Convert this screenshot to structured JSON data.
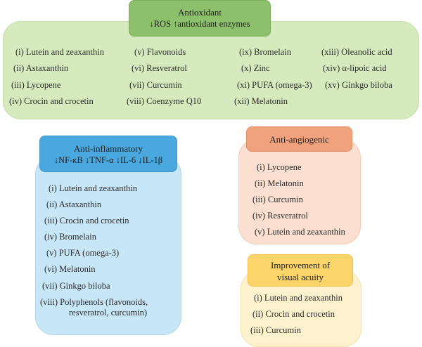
{
  "antioxidant": {
    "title": "Antioxidant",
    "subtitle": "↓ROS ↑antioxidant enzymes",
    "items": [
      "(i) Lutein and zeaxanthin",
      "(ii) Astaxanthin",
      "(iii) Lycopene",
      "(iv) Crocin and crocetin",
      "(v) Flavonoids",
      "(vi) Resveratrol",
      "(vii) Curcumin",
      "(viii) Coenzyme Q10",
      "(ix) Bromelain",
      "(x) Zinc",
      "(xi) PUFA (omega-3)",
      "(xii) Melatonin",
      "(xiii) Oleanolic acid",
      "(xiv) α-lipoic acid",
      "(xv) Ginkgo biloba"
    ],
    "color": "#8dc06a"
  },
  "anti_inflammatory": {
    "title": "Anti-inflammatory",
    "subtitle": "↓NF-κB ↓TNF-α ↓IL-6 ↓IL-1β",
    "items": [
      "(i) Lutein and zeaxanthin",
      "(ii) Astaxanthin",
      "(iii) Crocin and crocetin",
      "(iv) Bromelain",
      "(v) PUFA (omega-3)",
      "(vi) Melatonin",
      "(vii) Ginkgo biloba",
      "(viii) Polyphenols (flavonoids,",
      "resveratrol, curcumin)"
    ],
    "color": "#4aa8de"
  },
  "anti_angiogenic": {
    "title": "Anti-angiogenic",
    "items": [
      "(i) Lycopene",
      "(ii) Melatonin",
      "(iii) Curcumin",
      "(iv) Resveratrol",
      "(v) Lutein and zeaxanthin"
    ],
    "color": "#f0a27c"
  },
  "visual_acuity": {
    "title_line1": "Improvement of",
    "title_line2": "visual acuity",
    "items": [
      "(i) Lutein and zeaxanthin",
      "(ii) Crocin and crocetin",
      "(iii) Curcumin"
    ],
    "color": "#fbd46a"
  }
}
